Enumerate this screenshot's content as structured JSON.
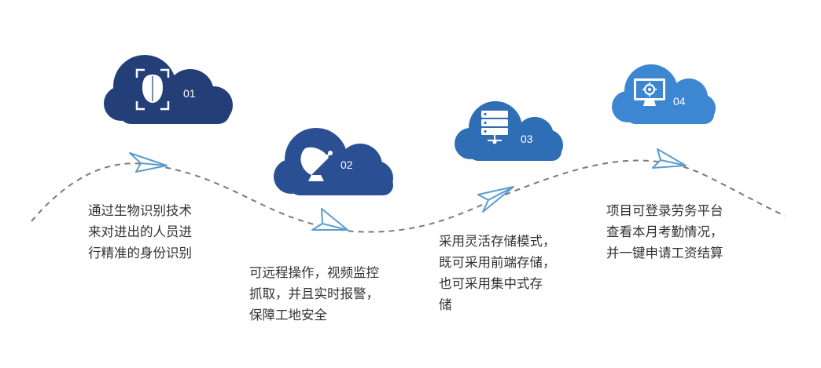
{
  "steps": [
    {
      "number": "01",
      "icon": "face-recognition-icon",
      "color": "#243f78",
      "lines": [
        "通过生物识别技术",
        "来对进出的人员进",
        "行精准的身份识别"
      ]
    },
    {
      "number": "02",
      "icon": "satellite-dish-icon",
      "color": "#2b4f93",
      "lines": [
        "可远程操作，视频监控",
        "抓取，并且实时报警，",
        "保障工地安全"
      ]
    },
    {
      "number": "03",
      "icon": "server-icon",
      "color": "#2f6db5",
      "lines": [
        "采用灵活存储模式，",
        "既可采用前端存储，",
        "也可采用集中式存",
        "储"
      ]
    },
    {
      "number": "04",
      "icon": "monitor-gear-icon",
      "color": "#3d86d2",
      "lines": [
        "项目可登录劳务平台",
        "查看本月考勤情况，",
        "并一键申请工资结算"
      ]
    }
  ],
  "colors": {
    "path": "#7a7a7a",
    "plane_stroke": "#5c9ccc",
    "text": "#333333"
  }
}
